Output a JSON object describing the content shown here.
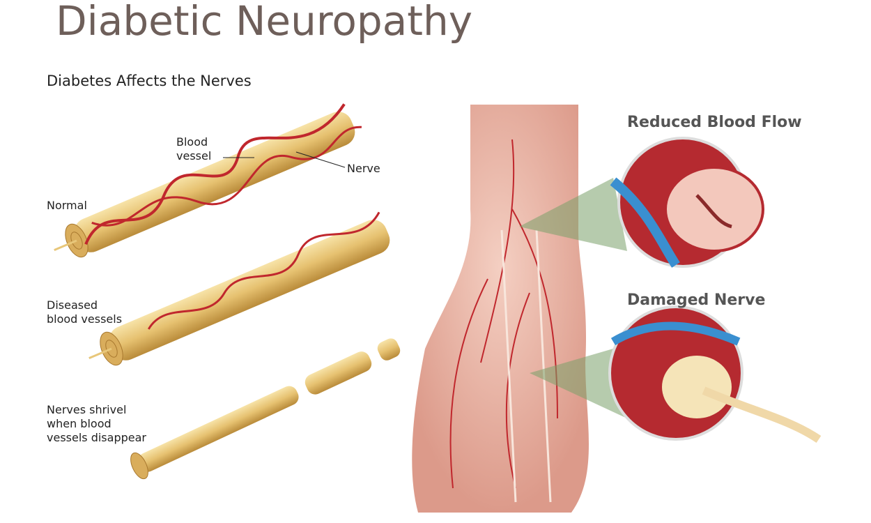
{
  "title": "Diabetic Neuropathy",
  "subtitle": "Diabetes Affects the Nerves",
  "labels": {
    "blood_vessel": "Blood\nvessel",
    "nerve": "Nerve",
    "normal": "Normal",
    "diseased": "Diseased\nblood vessels",
    "shrivel": "Nerves shrivel\nwhen blood\nvessels disappear"
  },
  "callouts": {
    "reduced": "Reduced Blood Flow",
    "damaged": "Damaged Nerve"
  },
  "colors": {
    "title": "#6e5f5a",
    "nerve": "#e8c77a",
    "vessel": "#c0272d",
    "skin": "#efc1b4",
    "vein": "#3a8fd0"
  }
}
